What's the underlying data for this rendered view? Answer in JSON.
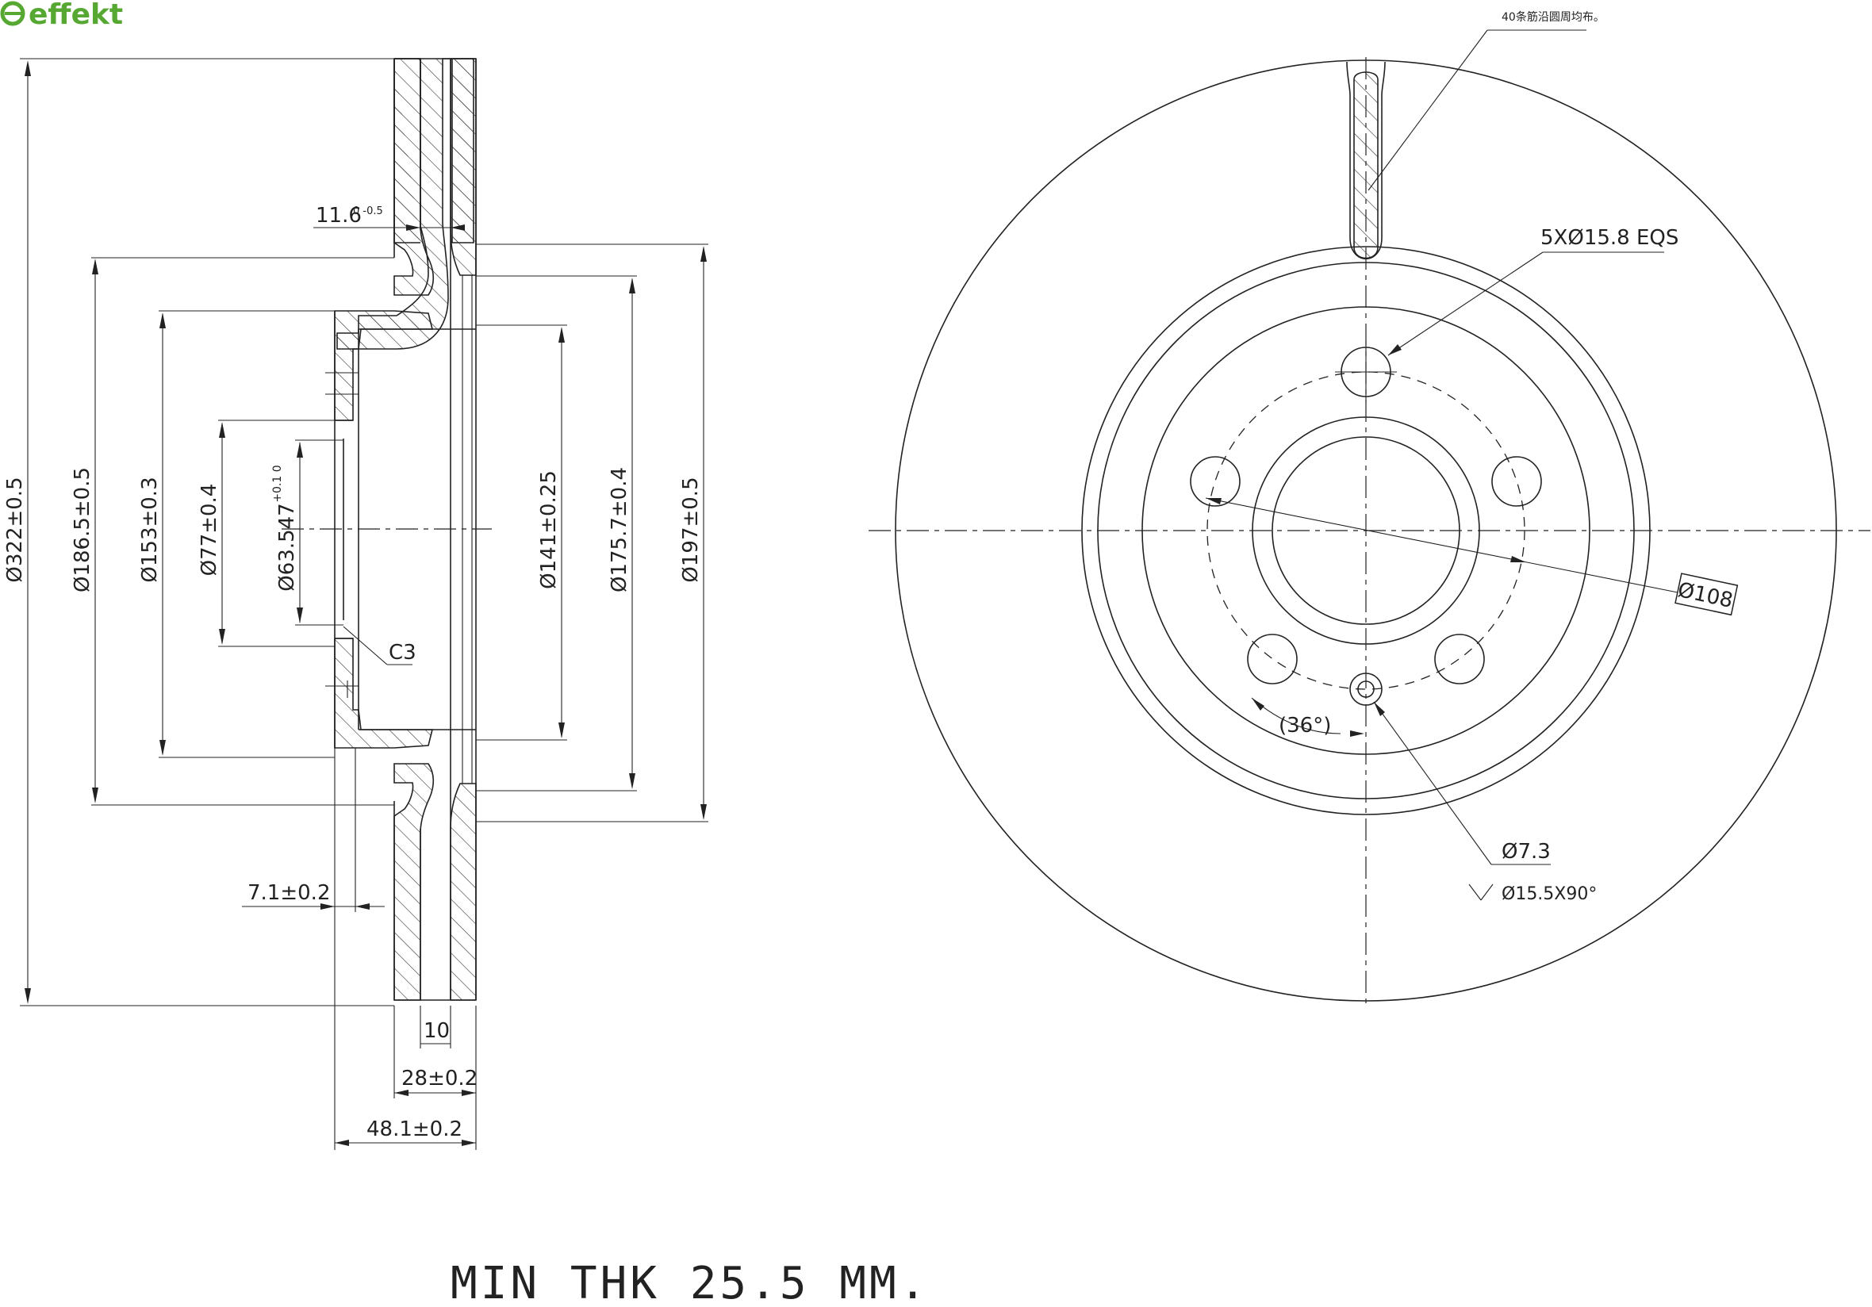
{
  "logo": {
    "text": "effekt",
    "color": "#56a832"
  },
  "side_view": {
    "dims": {
      "d322": "Ø322±0.5",
      "d186": "Ø186.5±0.5",
      "d153": "Ø153±0.3",
      "d77": "Ø77±0.4",
      "d63": "Ø63.547",
      "d63_tol": "+0.1 0",
      "d141": "Ø141±0.25",
      "d175": "Ø175.7±0.4",
      "d197": "Ø197±0.5",
      "t116": "11.6",
      "t116_tol": "0 -0.5",
      "c3": "C3",
      "t71": "7.1±0.2",
      "t10": "10",
      "t28": "28±0.2",
      "t481": "48.1±0.2"
    }
  },
  "front_view": {
    "note_cn": "40条筋沿圆周均布。",
    "bolt_holes": "5XØ15.8 EQS",
    "pcd": "Ø108",
    "angle": "(36°)",
    "small_hole": "Ø7.3",
    "countersink": "Ø15.5X90°"
  },
  "footer": {
    "min_thk": "MIN THK 25.5 MM."
  }
}
